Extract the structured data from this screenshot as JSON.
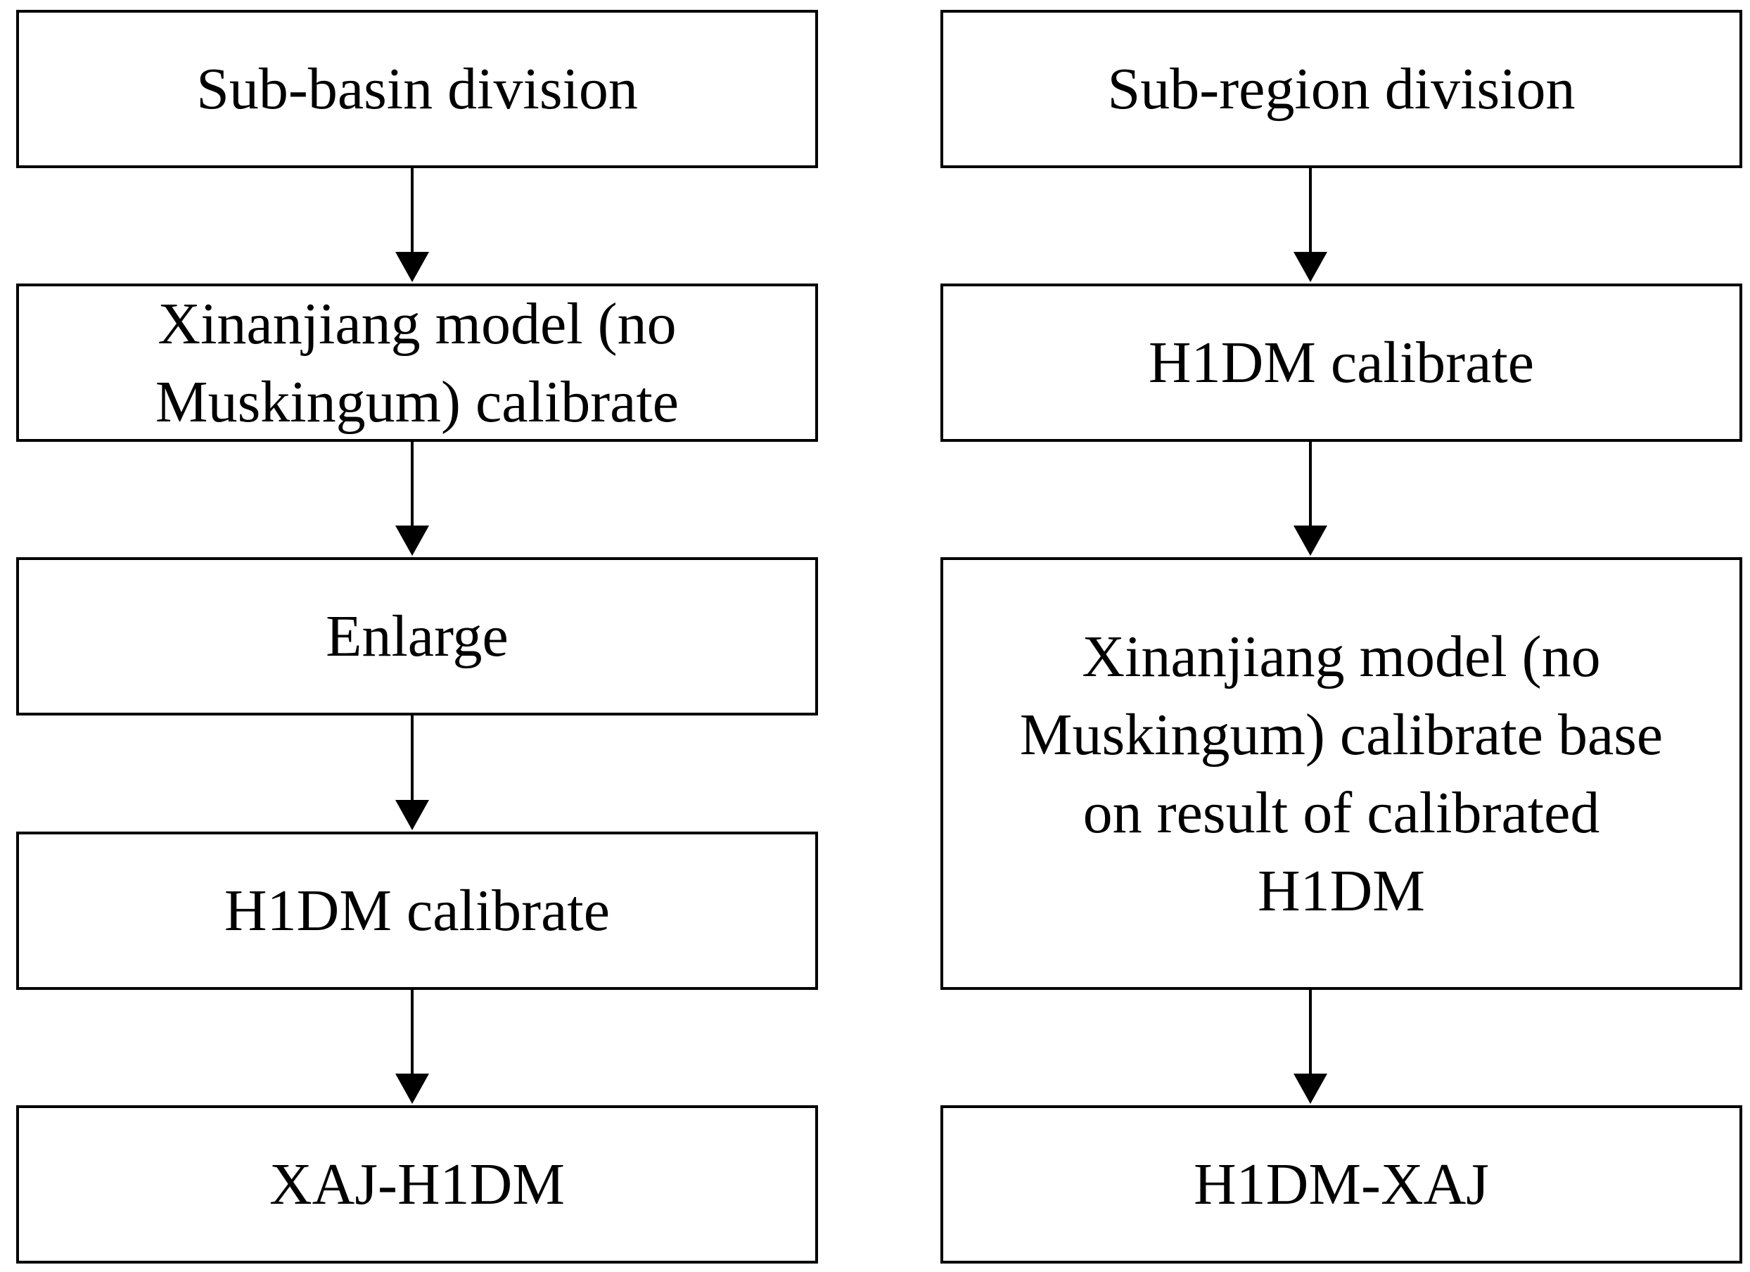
{
  "diagram": {
    "left_flow": {
      "steps": [
        "Sub-basin division",
        "Xinanjiang model (no\nMuskingum) calibrate",
        "Enlarge",
        "H1DM calibrate",
        "XAJ-H1DM"
      ]
    },
    "right_flow": {
      "steps": [
        "Sub-region division",
        "H1DM calibrate",
        "Xinanjiang model (no\nMuskingum) calibrate base\non result of calibrated\nH1DM",
        "H1DM-XAJ"
      ]
    },
    "colors": {
      "line": "#000000",
      "box_fill": "#ffffff",
      "text": "#000000"
    }
  }
}
